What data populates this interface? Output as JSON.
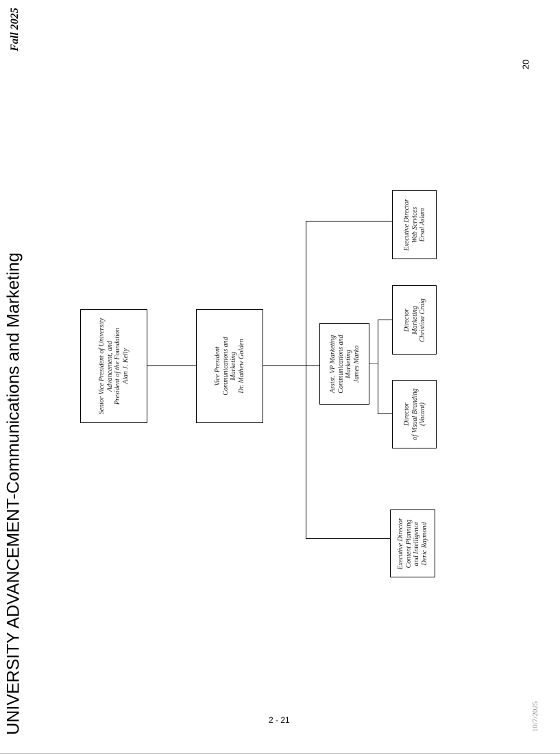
{
  "header": {
    "title": "UNIVERSITY ADVANCEMENT-Communications and Marketing",
    "term": "Fall 2025",
    "page_number": "20"
  },
  "footer": {
    "page_range": "2 - 21",
    "date": "10/7/2025"
  },
  "org": {
    "svp": [
      "Senior Vice President of University",
      "Advancement, and",
      "President of the Foundation",
      "Alan J. Kelly"
    ],
    "vp": [
      "Vice President",
      "Communications and",
      "Marketing",
      "Dr. Mathew Golden"
    ],
    "avp": [
      "Assist. VP Marketing",
      "Communications and",
      "Marketing",
      "James Marko"
    ],
    "dir_marketing": [
      "Director",
      "Marketing",
      "Christina Craig"
    ],
    "dir_visual": [
      "Director",
      "of Visual Branding",
      "(Vacant)"
    ],
    "ed_web": [
      "Executive Director",
      "Web Services",
      "Ersal Aslam"
    ],
    "ed_content": [
      "Executive Director",
      "Content Planning",
      "and Intelligence",
      "Deric Raymond"
    ]
  }
}
